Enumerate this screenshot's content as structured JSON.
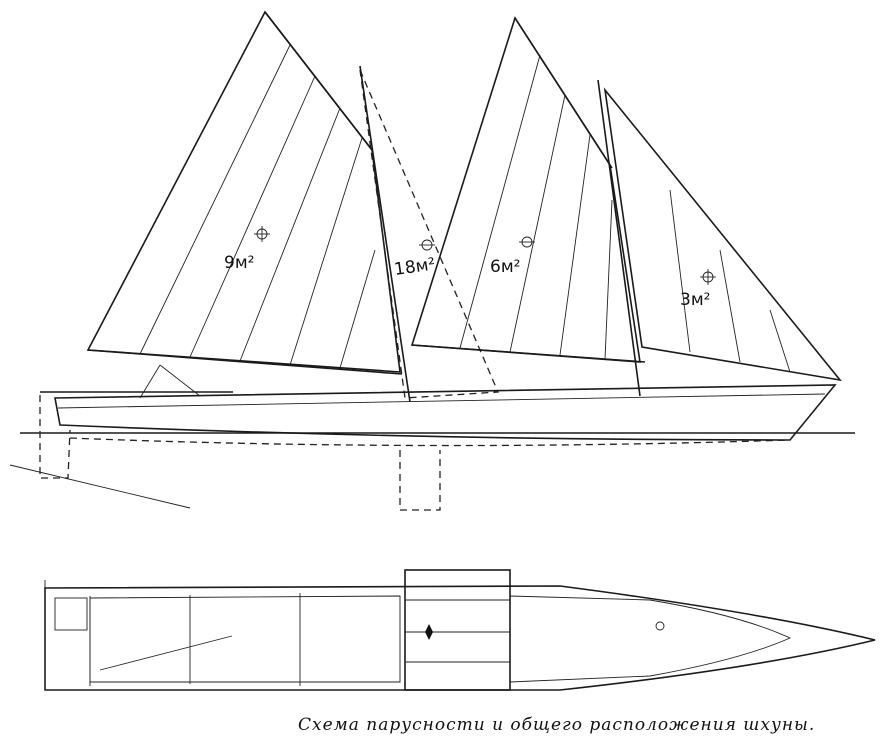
{
  "drawing": {
    "sail_labels": {
      "main": "9м²",
      "staysail": "18м²",
      "fore": "6м²",
      "jib": "3м²"
    }
  },
  "caption": "Схема парусности и общего расположения шхуны."
}
